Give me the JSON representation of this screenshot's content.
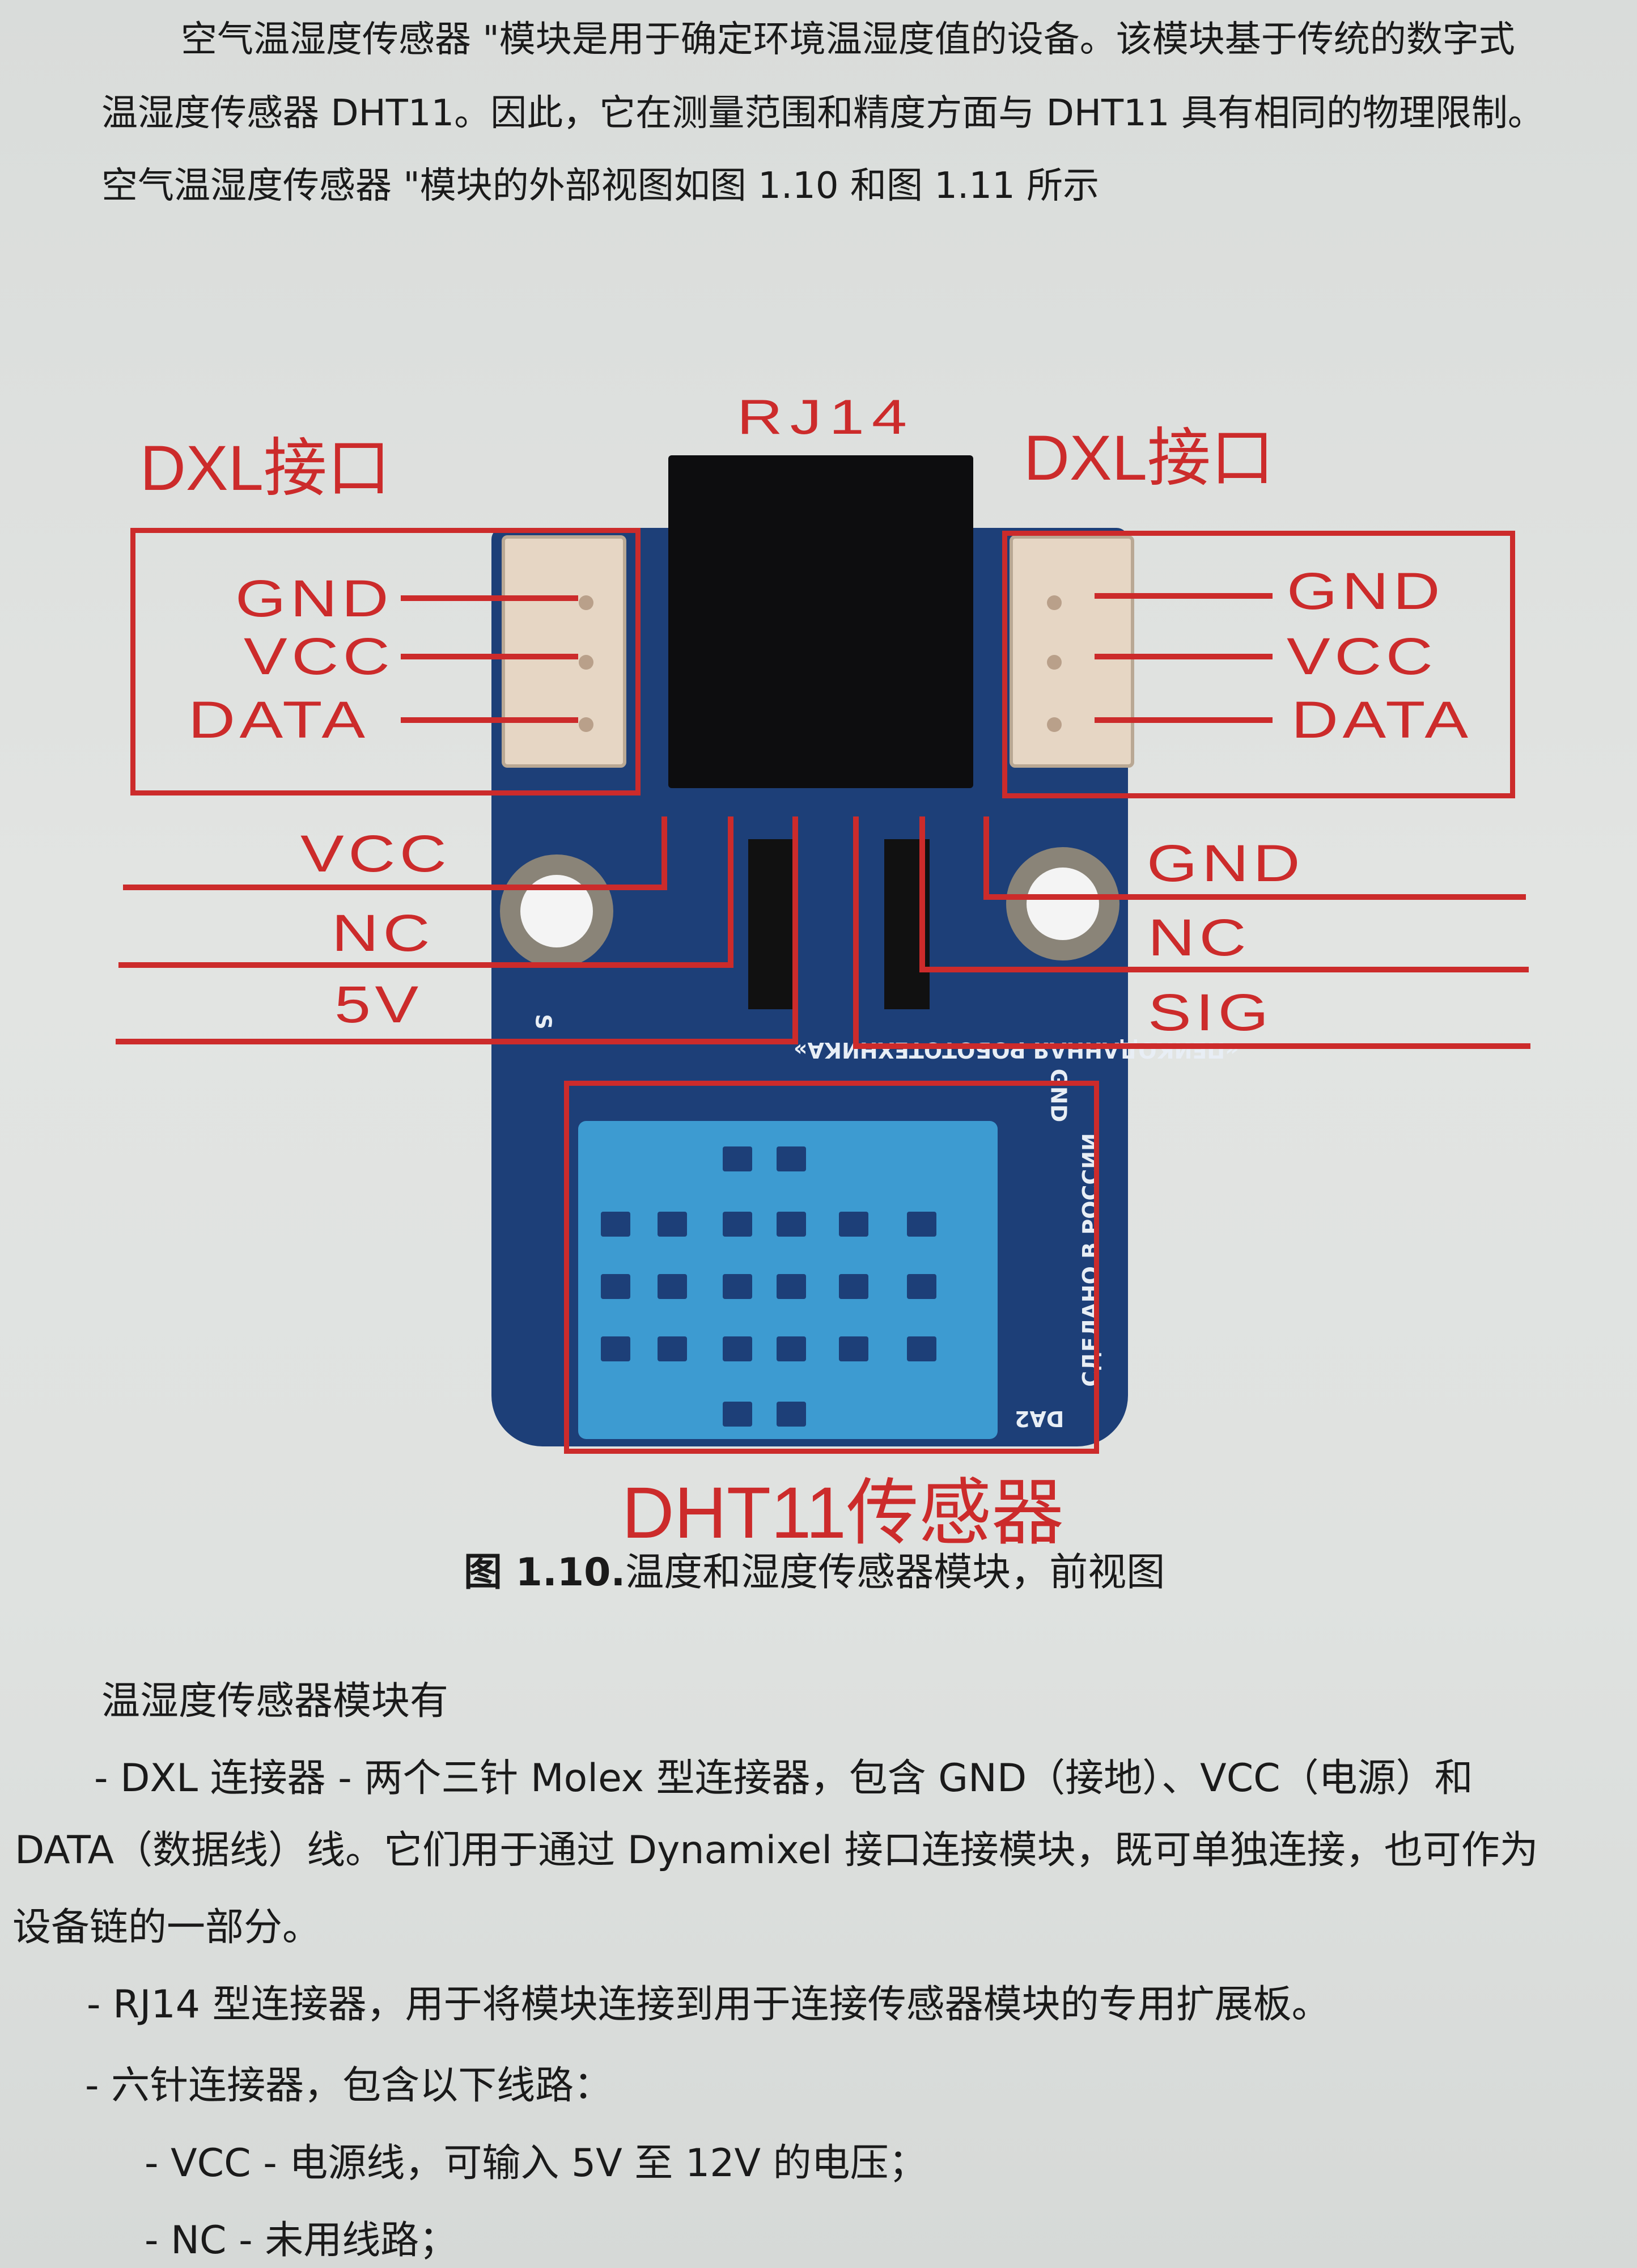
{
  "intro": {
    "line1": "空气温湿度传感器 \"模块是用于确定环境温湿度值的设备。该模块基于传统的数字式",
    "line2": "温湿度传感器 DHT11。因此，它在测量范围和精度方面与 DHT11 具有相同的物理限制。",
    "line3": "空气温湿度传感器 \"模块的外部视图如图 1.10 和图 1.11 所示"
  },
  "figure": {
    "rj14_label": "RJ14",
    "dxl_left_label": "DXL接口",
    "dxl_right_label": "DXL接口",
    "left_pins": [
      "GND",
      "VCC",
      "DATA"
    ],
    "right_pins": [
      "GND",
      "VCC",
      "DATA"
    ],
    "bottom_left_pins": [
      "VCC",
      "NC",
      "5V"
    ],
    "bottom_right_pins": [
      "GND",
      "NC",
      "SIG"
    ],
    "sensor_label": "DHT11传感器",
    "silkscreen": {
      "brand": "«ПЕИКОДАННАЯ РОБОТОТЕХНИКА»",
      "made_in": "СДЕЛАНО В РОССИИ",
      "da2": "DA2",
      "gnd": "GND",
      "s": "S"
    },
    "caption_prefix": "图 1.10.",
    "caption_text": "温度和湿度传感器模块，前视图"
  },
  "body": {
    "heading": "温湿度传感器模块有",
    "p1_line1": "- DXL 连接器 - 两个三针 Molex 型连接器，包含 GND（接地）、VCC（电源）和",
    "p1_line2": "DATA（数据线）线。它们用于通过 Dynamixel 接口连接模块，既可单独连接，也可作为",
    "p1_line3": "设备链的一部分。",
    "p2": "- RJ14 型连接器，用于将模块连接到用于连接传感器模块的专用扩展板。",
    "p3": "- 六针连接器，包含以下线路：",
    "p4": "- VCC - 电源线，可输入 5V 至 12V 的电压；",
    "p5": "- NC - 未用线路；"
  },
  "colors": {
    "annotation_red": "#cc2b2b",
    "pcb_blue": "#1d3f78",
    "sensor_blue": "#3d9bd1"
  }
}
